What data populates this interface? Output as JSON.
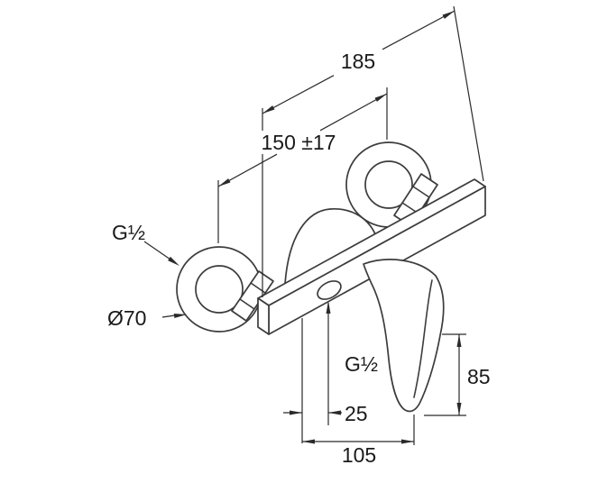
{
  "colors": {
    "background": "#ffffff",
    "object_line": "#3c3c3c",
    "dimension_line": "#2a2a2a",
    "text": "#1a1a1a"
  },
  "labels": {
    "overall_width": "185",
    "center_distance": "150 ±17",
    "wall_thread": "G½",
    "flange_diameter": "Ø70",
    "outlet_thread": "G½",
    "outlet_offset": "25",
    "overall_span": "105",
    "lever_height": "85"
  }
}
